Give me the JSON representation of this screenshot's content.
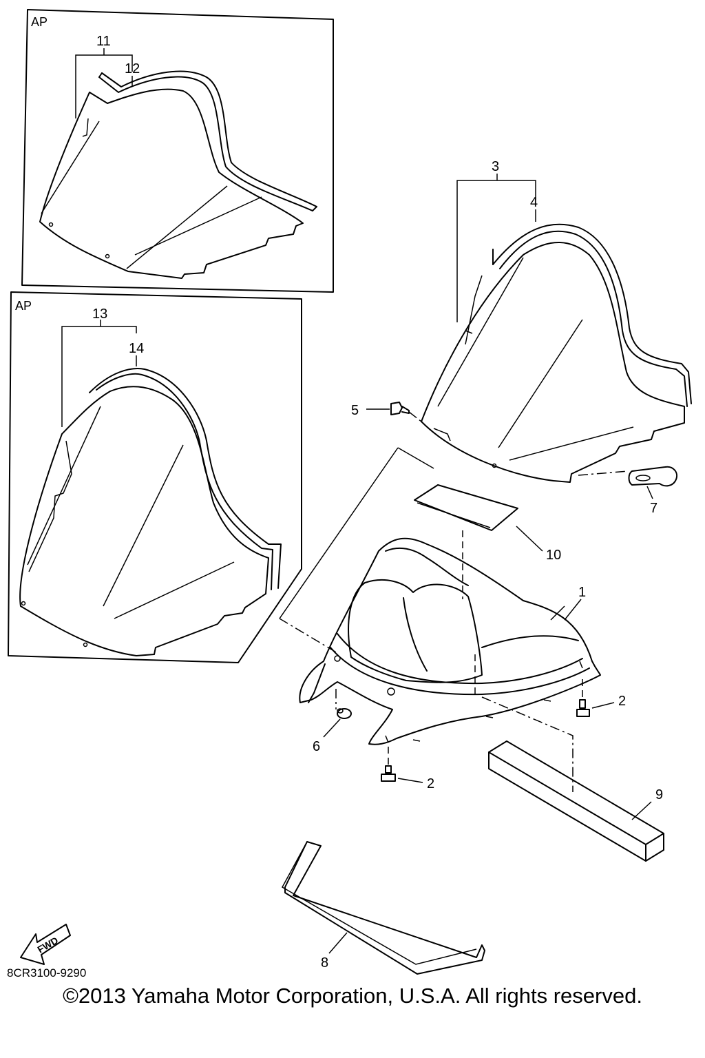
{
  "diagram": {
    "boxes": [
      {
        "id": "top",
        "label": "AP"
      },
      {
        "id": "bottom",
        "label": "AP"
      }
    ],
    "callouts": {
      "c1": "1",
      "c2a": "2",
      "c2b": "2",
      "c3": "3",
      "c4": "4",
      "c5": "5",
      "c6": "6",
      "c7": "7",
      "c8": "8",
      "c9": "9",
      "c10": "10",
      "c11": "11",
      "c12": "12",
      "c13": "13",
      "c14": "14"
    },
    "fwd_label": "FWD",
    "diagram_code": "8CR3100-9290"
  },
  "footer": {
    "copyright": "©2013 Yamaha Motor Corporation, U.S.A. All rights reserved."
  }
}
